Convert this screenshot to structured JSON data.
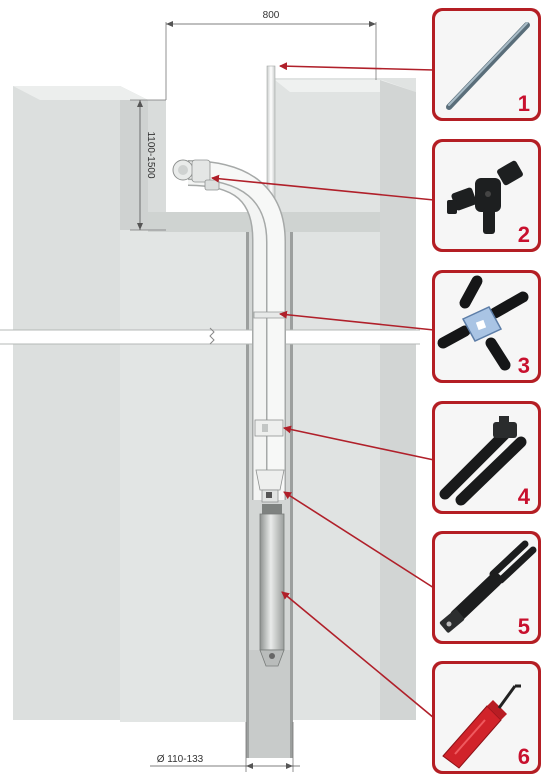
{
  "dimensions": {
    "top_width": "800",
    "chamber_depth": "1100-1500",
    "borehole_diameter": "Ø 110-133"
  },
  "components": [
    {
      "number": "1",
      "icon": "riser-pipe-icon"
    },
    {
      "number": "2",
      "icon": "pipe-coupling-fitting-icon"
    },
    {
      "number": "3",
      "icon": "cable-spacer-clamp-icon"
    },
    {
      "number": "4",
      "icon": "twin-pipe-coupling-icon"
    },
    {
      "number": "5",
      "icon": "pump-connector-icon"
    },
    {
      "number": "6",
      "icon": "pump-icon"
    }
  ],
  "colors": {
    "accent": "#c8102e",
    "frame": "#b41e24",
    "arrow": "#b0202a",
    "concrete": "#e4e6e5",
    "concrete_shade": "#d5d8d7"
  }
}
